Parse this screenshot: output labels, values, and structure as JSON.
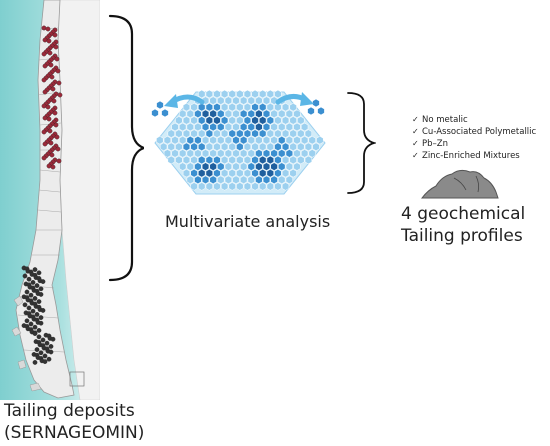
{
  "map": {
    "caption_line1": "Tailing deposits",
    "caption_line2": "(SERNAGEOMIN)",
    "sea_color": "#7fcfcf",
    "land_color": "#ececec",
    "deposit_north_color": "#9b2a3a",
    "deposit_south_color": "#333333"
  },
  "analysis": {
    "label": "Multivariate analysis",
    "hex_dark": "#1f5f9e",
    "hex_mid": "#3b8fd0",
    "hex_light": "#9cd0ef",
    "hex_pale": "#d2ecf8",
    "arrow_color": "#5bb6e6"
  },
  "profiles": {
    "title_line1": "4 geochemical",
    "title_line2": "Tailing profiles",
    "items": [
      "No metalic",
      "Cu-Associated Polymetallic",
      "Pb–Zn",
      "Zinc-Enriched Mixtures"
    ],
    "check_glyph": "✓",
    "pile_color": "#8a8a8a"
  }
}
